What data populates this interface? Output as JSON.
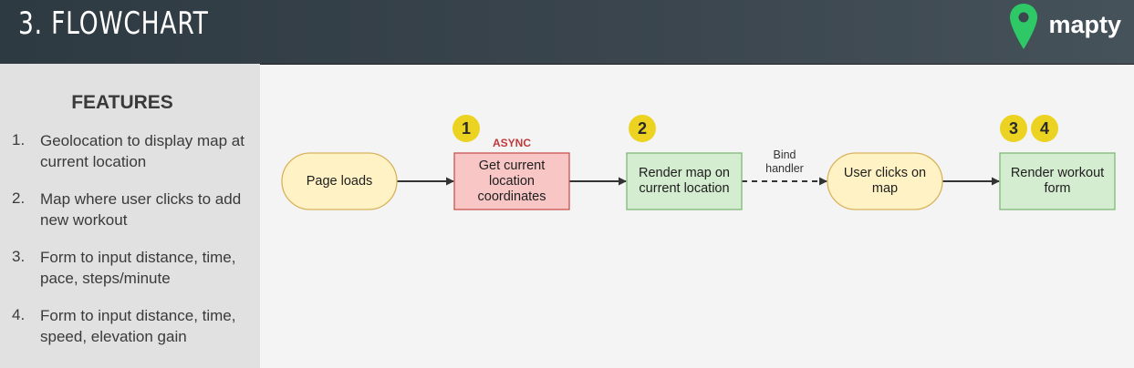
{
  "header": {
    "title": "3. FLOWCHART",
    "logo_text": "mapty",
    "logo_icon": "map-pin-icon",
    "logo_color": "#2ec866"
  },
  "features": {
    "heading": "FEATURES",
    "items": [
      {
        "number": "1.",
        "text": "Geolocation to display map at current location"
      },
      {
        "number": "2.",
        "text": "Map where user clicks to add new workout"
      },
      {
        "number": "3.",
        "text": "Form to input distance, time, pace, steps/minute"
      },
      {
        "number": "4.",
        "text": "Form to input distance, time, speed, elevation gain"
      }
    ]
  },
  "flowchart": {
    "nodes": [
      {
        "id": "page-loads",
        "label": "Page loads",
        "shape": "terminal",
        "fill": "#fff2c4",
        "stroke": "#d9b25c"
      },
      {
        "id": "get-location",
        "label": "Get current location coordinates",
        "shape": "process",
        "fill": "#f7c6c5",
        "stroke": "#c9534f"
      },
      {
        "id": "render-map",
        "label": "Render map on current location",
        "shape": "process",
        "fill": "#d4ecd0",
        "stroke": "#7fb877"
      },
      {
        "id": "user-clicks",
        "label": "User clicks on map",
        "shape": "terminal",
        "fill": "#fff2c4",
        "stroke": "#d9b25c"
      },
      {
        "id": "render-form",
        "label": "Render workout form",
        "shape": "process",
        "fill": "#d4ecd0",
        "stroke": "#7fb877"
      }
    ],
    "edges": [
      {
        "from": "page-loads",
        "to": "get-location",
        "style": "solid"
      },
      {
        "from": "get-location",
        "to": "render-map",
        "style": "solid"
      },
      {
        "from": "render-map",
        "to": "user-clicks",
        "style": "dashed",
        "label": "Bind handler"
      },
      {
        "from": "user-clicks",
        "to": "render-form",
        "style": "solid"
      }
    ],
    "annotation": {
      "label": "ASYNC",
      "color": "#c0393b",
      "node": "get-location"
    },
    "step_markers": [
      {
        "label": "1",
        "node": "get-location"
      },
      {
        "label": "2",
        "node": "render-map"
      },
      {
        "label": "3",
        "node": "render-form"
      },
      {
        "label": "4",
        "node": "render-form"
      }
    ],
    "marker_color": "#ecd321"
  }
}
